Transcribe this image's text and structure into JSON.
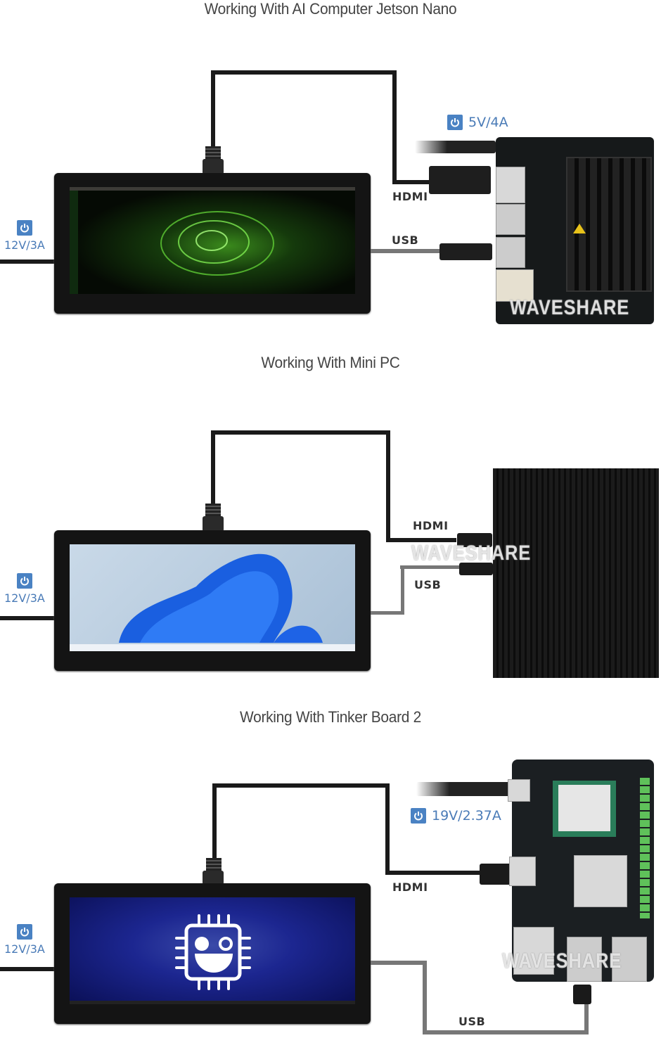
{
  "sections": [
    {
      "title": "Working With AI Computer Jetson Nano",
      "display_power": "12V/3A",
      "device_power": "5V/4A",
      "hdmi_label": "HDMI",
      "usb_label": "USB",
      "device": "Jetson Nano board",
      "screen_os": "Ubuntu desktop with NVIDIA wallpaper",
      "watermark": "WAVESHARE"
    },
    {
      "title": "Working With Mini PC",
      "display_power": "12V/3A",
      "hdmi_label": "HDMI",
      "usb_label": "USB",
      "device": "Mini PC",
      "screen_os": "Windows 11 desktop",
      "watermark": "WAVESHARE"
    },
    {
      "title": "Working With Tinker Board 2",
      "display_power": "12V/3A",
      "device_power": "19V/2.37A",
      "hdmi_label": "HDMI",
      "usb_label": "USB",
      "device": "Tinker Board 2",
      "screen_os": "Tinker OS desktop",
      "watermark": "WAVESHARE"
    }
  ],
  "colors": {
    "power_accent": "#4a82c3",
    "hdmi_cable": "#1a1a1a",
    "usb_cable": "#777777",
    "title_text": "#444444"
  }
}
